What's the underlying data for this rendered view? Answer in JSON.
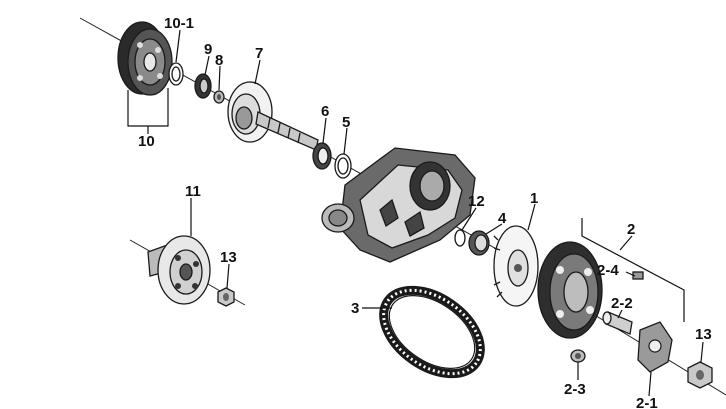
{
  "labels": {
    "p10_1": "10-1",
    "p9": "9",
    "p8": "8",
    "p7": "7",
    "p6": "6",
    "p5": "5",
    "p10": "10",
    "p11": "11",
    "p13a": "13",
    "p12": "12",
    "p4": "4",
    "p1": "1",
    "p2": "2",
    "p2_4": "2-4",
    "p2_2": "2-2",
    "p3": "3",
    "p2_3": "2-3",
    "p13b": "13",
    "p2_1": "2-1"
  }
}
